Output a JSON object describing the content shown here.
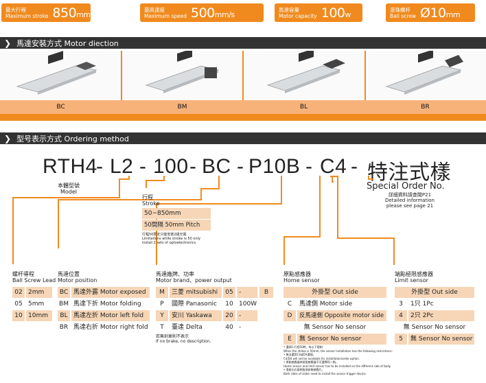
{
  "specs": [
    {
      "zh": "最大行程",
      "en": "Maximum stroke",
      "value": "850",
      "unit": "mm"
    },
    {
      "zh": "最高速度",
      "en": "Maximum speed",
      "value": "500",
      "unit": "mm/s"
    },
    {
      "zh": "馬達容量",
      "en": "Motor capacity",
      "value": "100",
      "unit": "w"
    },
    {
      "zh": "滾珠螺杆",
      "en": "Ball screw",
      "value": "Ø10",
      "unit": "mm"
    }
  ],
  "section1": "馬達安裝方式 Motor diection",
  "directions": [
    "BC",
    "BM",
    "BL",
    "BR"
  ],
  "section2": "型号表示方式 Ordering method",
  "code": {
    "p1": "RTH4",
    "p2": "L2",
    "p3": "100",
    "p4": "BC",
    "p5": "P10B",
    "p6": "C4",
    "p7": "特注式樣",
    "dash": "-"
  },
  "model": {
    "zh": "本體型號",
    "en": "Model"
  },
  "special": {
    "title": "Special Order No.",
    "zh": "詳細資料請查閱P21",
    "l1": "Detailed information",
    "l2": "please see page 21"
  },
  "stroke": {
    "zh": "行程",
    "en": "Stroke",
    "r1": "50~850mm",
    "r2": "50間隔 50mm Pitch",
    "n1": "行程50限定只能安裝2組光電",
    "n2": "Limitations while stroke is 50 only",
    "n3": "install 2 sets of optoelectronics."
  },
  "lead": {
    "zh": "螺杆導程",
    "en": "Ball Screw Lead",
    "rows": [
      [
        "02",
        "2mm"
      ],
      [
        "05",
        "5mm"
      ],
      [
        "10",
        "10mm"
      ]
    ]
  },
  "position": {
    "zh": "馬達位置",
    "en": "Motor position",
    "rows": [
      [
        "BC",
        "馬達外露 Motor exposed"
      ],
      [
        "BM",
        "馬達下折 Motor folding"
      ],
      [
        "BL",
        "馬達左折 Motor left fold"
      ],
      [
        "BR",
        "馬達右折 Motor right fold"
      ]
    ]
  },
  "brand": {
    "zh": "馬達廠牌、功率",
    "en": "Motor brand、power output",
    "rows": [
      [
        "M",
        "三菱 mitsubishi",
        "05",
        "-",
        "B"
      ],
      [
        "P",
        "國際 Panasonic",
        "10",
        "100W",
        ""
      ],
      [
        "Y",
        "安川 Yaskawa",
        "20",
        "-",
        ""
      ],
      [
        "T",
        "臺達 Delta",
        "40",
        "-",
        ""
      ]
    ],
    "n1": "若無剎車則不表示",
    "n2": "If no brake, no description."
  },
  "home": {
    "zh": "原點感應器",
    "en": "Home sensor",
    "head": "外掛型 Out side",
    "rows": [
      [
        "C",
        "馬達側 Motor side"
      ],
      [
        "D",
        "反馬達側 Opposite motor side"
      ],
      [
        "",
        "無 Sensor No sensor"
      ],
      [
        "E",
        "無 Sensor No sensor"
      ]
    ],
    "notes": [
      "• 選項1:行程50時，有以下限制:",
      "When the stroke is 50mm, the sensor installation has the following restrictions:",
      "• 無法選用C4或D4選項。",
      "C4/D4 will not be available for installation/order option.",
      "• 原點感應器與極限感應器不可選擇同一側。",
      "Home sensor and limit sensor has to be installed on the different side of body.",
      "• 滑座左右兩側皆須安裝感應片。",
      "Both sides of slider need to install the sensor trigger device."
    ]
  },
  "limit": {
    "zh": "端點極限感應器",
    "en": "Limit sensor",
    "head": "外掛型 Out side",
    "rows": [
      [
        "3",
        "1只 1Pc"
      ],
      [
        "4",
        "2只 2Pc"
      ],
      [
        "",
        "無 Sensor No sensor"
      ],
      [
        "5",
        "無 Sensor No sensor"
      ]
    ]
  },
  "colors": {
    "accent": "#f08a1e",
    "light": "#f6d6b7",
    "dark": "#333333"
  }
}
